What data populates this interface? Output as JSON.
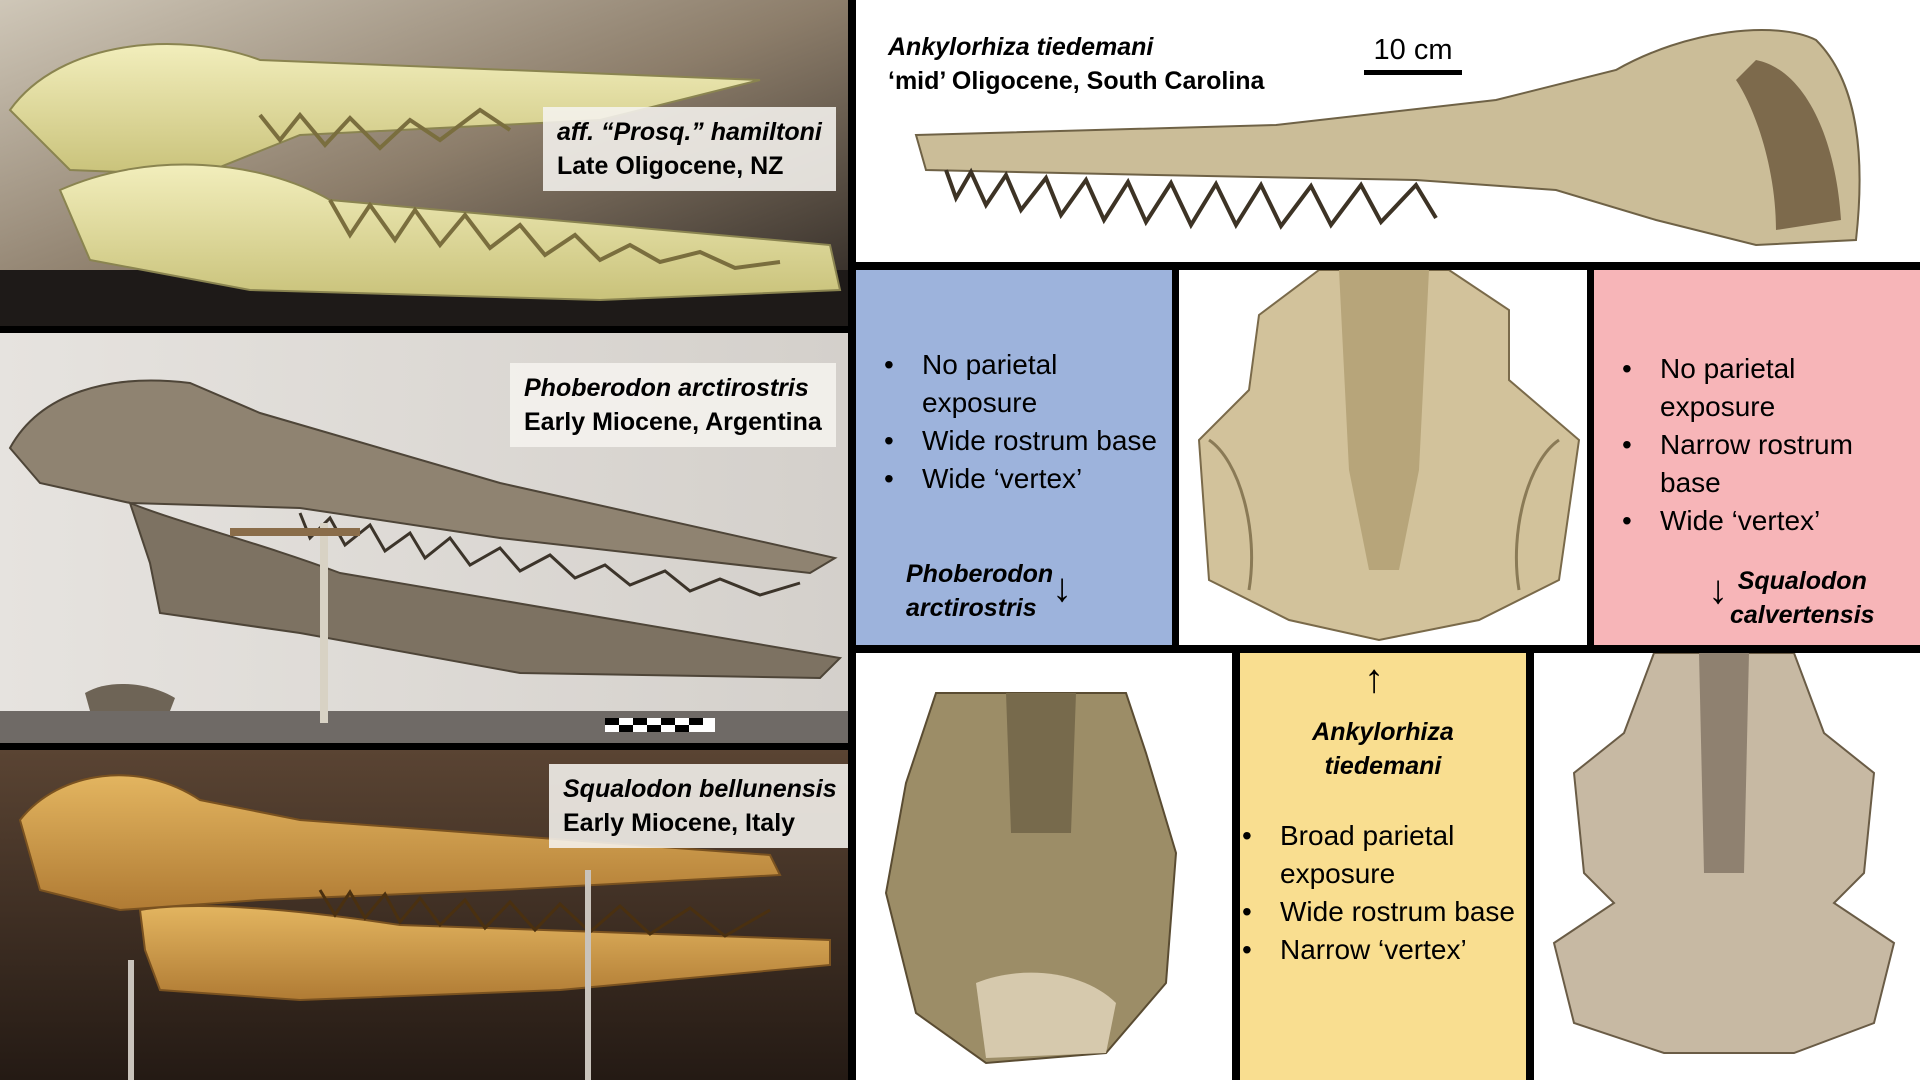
{
  "panels": {
    "hamiltoni": {
      "species": "aff. “Prosq.” hamiltoni",
      "age": "Late Oligocene, NZ"
    },
    "phoberodon": {
      "species": "Phoberodon arctirostris",
      "age": "Early Miocene, Argentina"
    },
    "squalodon_b": {
      "species": "Squalodon bellunensis",
      "age": "Early Miocene, Italy"
    },
    "ankylorhiza": {
      "species": "Ankylorhiza tiedemani",
      "age": "‘mid’ Oligocene, South Carolina",
      "scale_label": "10 cm"
    }
  },
  "blue_box": {
    "bullets": [
      "No parietal exposure",
      "Wide rostrum base",
      "Wide ‘vertex’"
    ],
    "taxon_line1": "Phoberodon",
    "taxon_line2": "arctirostris",
    "arrow": "↓"
  },
  "pink_box": {
    "bullets": [
      "No parietal exposure",
      "Narrow rostrum base",
      "Wide ‘vertex’"
    ],
    "taxon_line1": "Squalodon",
    "taxon_line2": "calvertensis",
    "arrow": "↓"
  },
  "yellow_box": {
    "arrow": "↑",
    "taxon_line1": "Ankylorhiza",
    "taxon_line2": "tiedemani",
    "bullets": [
      "Broad parietal exposure",
      "Wide rostrum base",
      "Narrow ‘vertex’"
    ]
  },
  "colors": {
    "blue": "#9db3dc",
    "pink": "#f7b5b8",
    "yellow": "#f9de90",
    "divider": "#000000"
  }
}
